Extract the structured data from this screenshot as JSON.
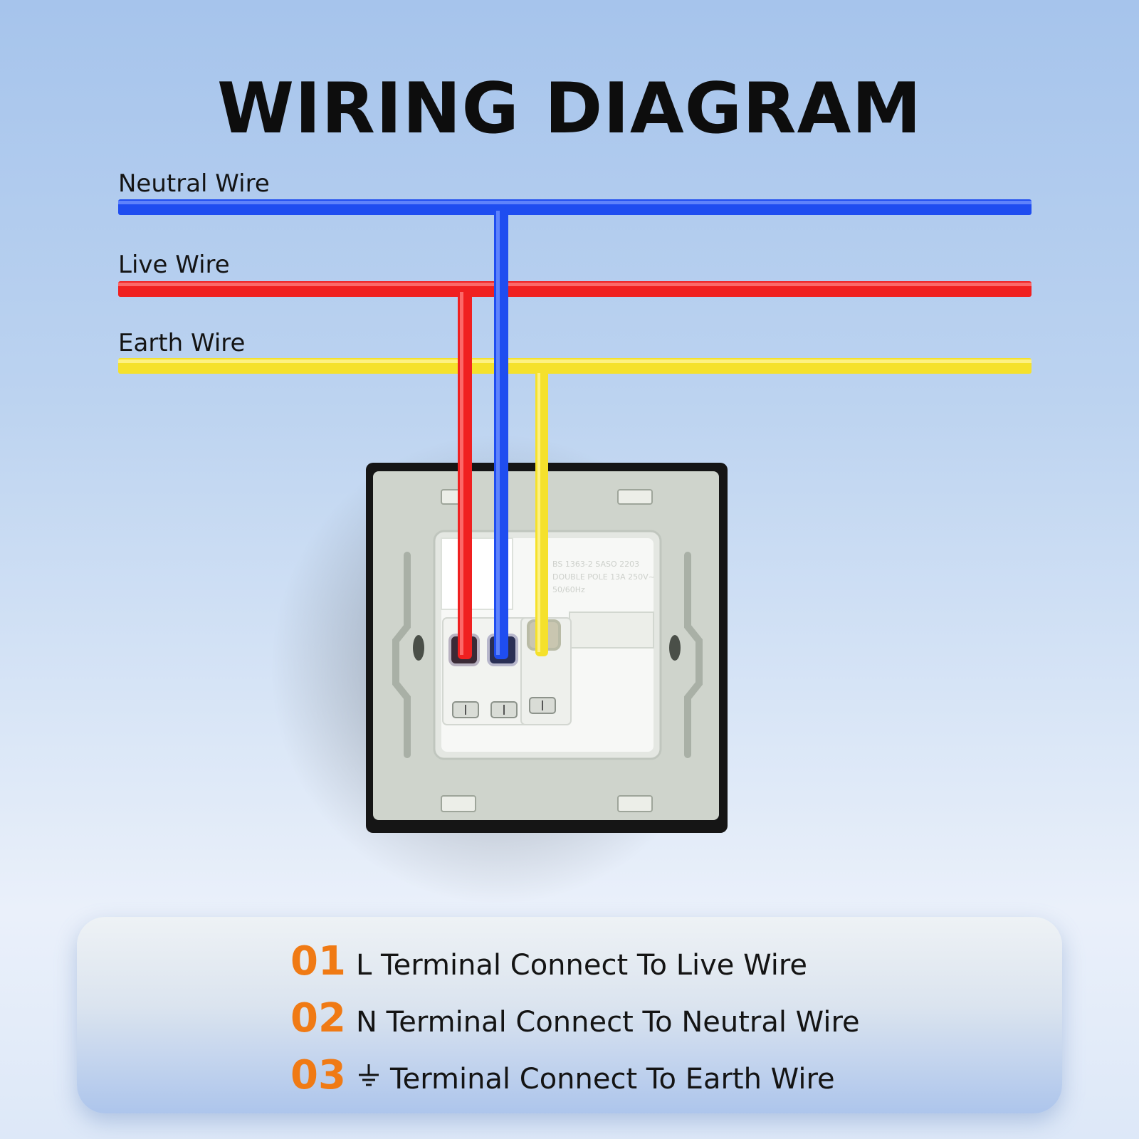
{
  "title": "WIRING DIAGRAM",
  "wires": {
    "neutral": {
      "label": "Neutral Wire",
      "color": "#1f4df0"
    },
    "live": {
      "label": "Live Wire",
      "color": "#f02020"
    },
    "earth": {
      "label": "Earth Wire",
      "color": "#f5e12c"
    }
  },
  "socket": {
    "label_line1": "BS 1363-2 SASO 2203",
    "label_line2": "DOUBLE POLE 13A 250V~",
    "label_line3": "50/60Hz"
  },
  "legend": [
    {
      "num": "01",
      "text": "L Terminal Connect To Live Wire"
    },
    {
      "num": "02",
      "text": "N Terminal Connect To Neutral Wire"
    },
    {
      "num": "03",
      "icon": "earth-ground-icon",
      "text": "Terminal Connect To Earth Wire"
    }
  ],
  "colors": {
    "accent": "#f07a14"
  }
}
